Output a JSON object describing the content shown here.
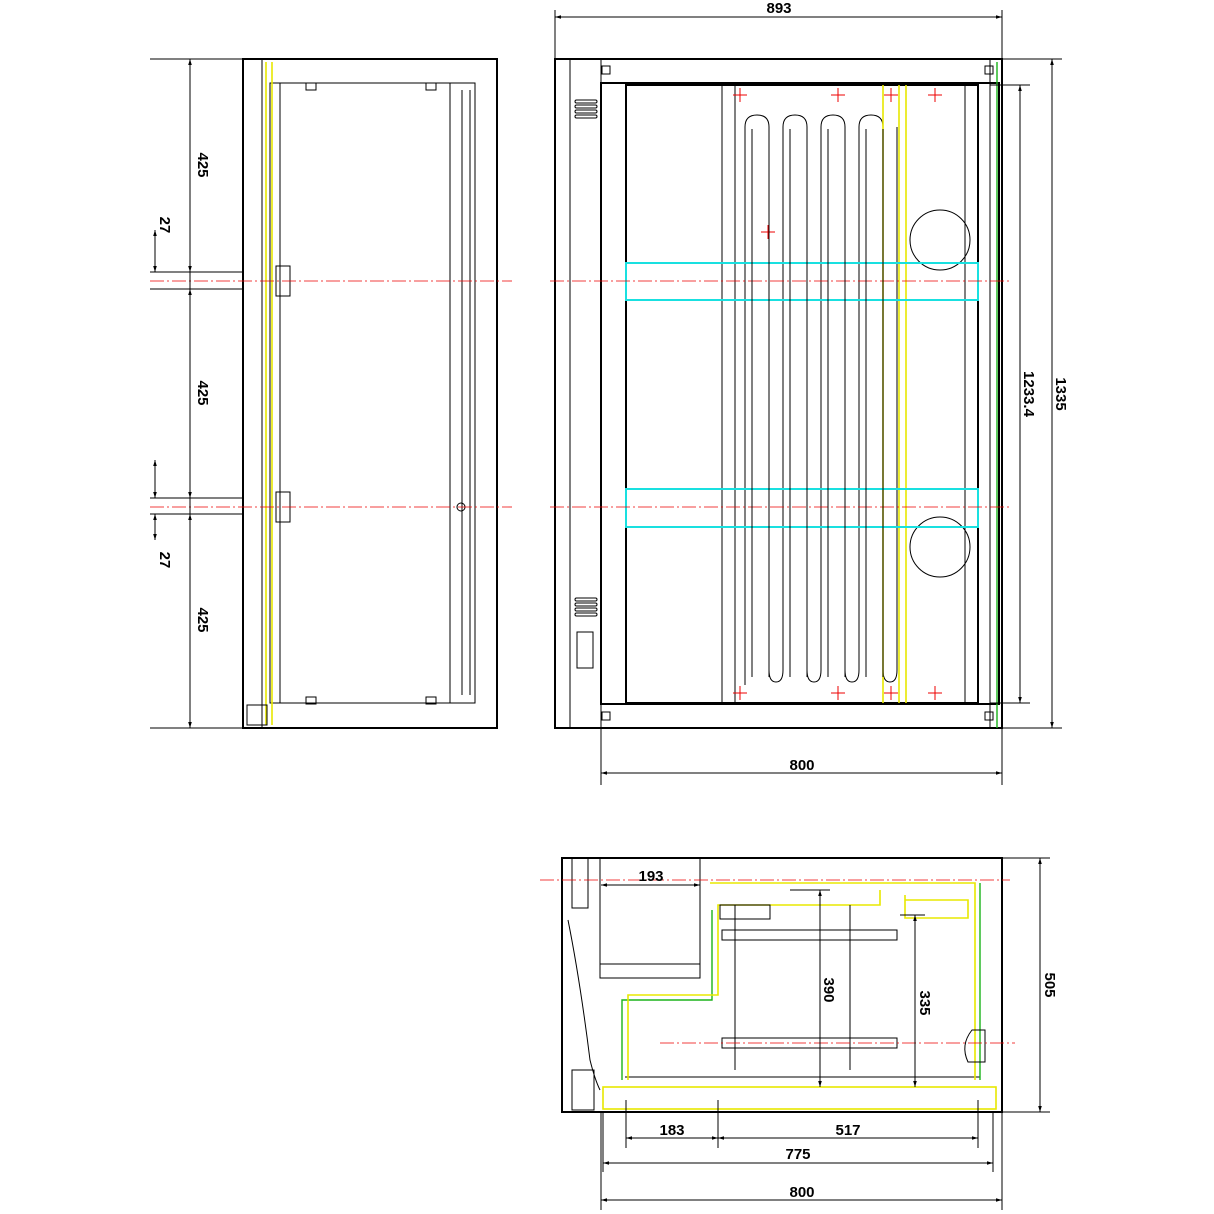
{
  "drawing": {
    "side_view": {
      "dims": [
        "425",
        "27",
        "425",
        "27",
        "425"
      ]
    },
    "front_view": {
      "width_overall": "893",
      "width_inner": "800",
      "height_inner": "1233.4",
      "height_overall": "1335"
    },
    "top_view": {
      "dims": {
        "compressor_width": "193",
        "shelf_depth_a": "390",
        "shelf_depth_b": "335",
        "depth_overall": "505",
        "offset": "183",
        "shelf_width": "517",
        "inner_width": "775",
        "outer_width": "800"
      }
    }
  },
  "colors": {
    "outline": "#000000",
    "centerline": "#ee0000",
    "shelf": "#19e0e0",
    "pipe": "#e8e800",
    "seal": "#1bb31b"
  }
}
